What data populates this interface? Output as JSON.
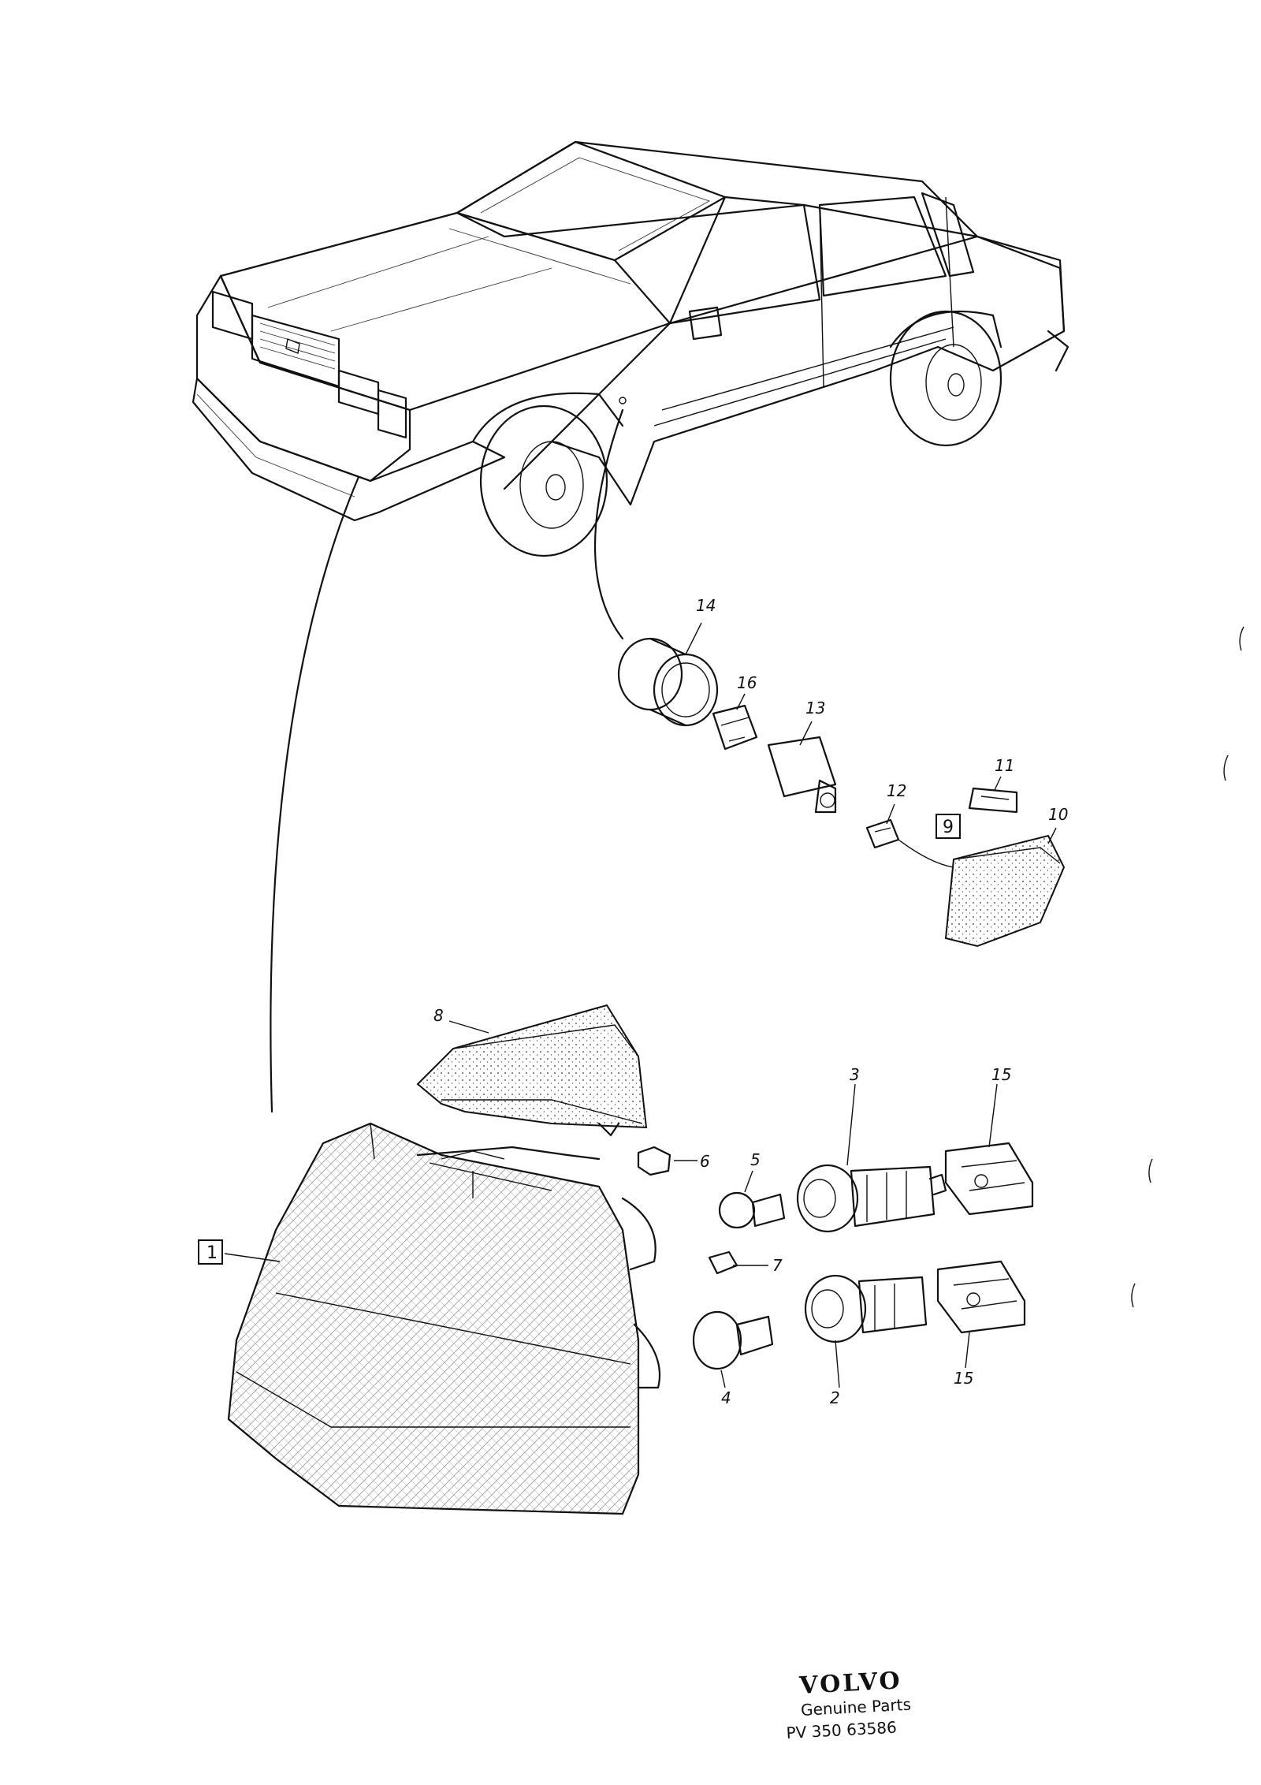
{
  "diagram": {
    "callouts": {
      "p1": "1",
      "p2": "2",
      "p3": "3",
      "p4": "4",
      "p5": "5",
      "p6": "6",
      "p7": "7",
      "p8": "8",
      "p9": "9",
      "p10": "10",
      "p11": "11",
      "p12": "12",
      "p13": "13",
      "p14": "14",
      "p15a": "15",
      "p15b": "15",
      "p16": "16"
    }
  },
  "footer": {
    "brand": "VOLVO",
    "tagline": "Genuine Parts",
    "reference": "PV  350  63586"
  },
  "icons": [
    "car-illustration",
    "turn-signal-lamp",
    "bulb",
    "socket",
    "connector",
    "side-marker-lamp"
  ]
}
